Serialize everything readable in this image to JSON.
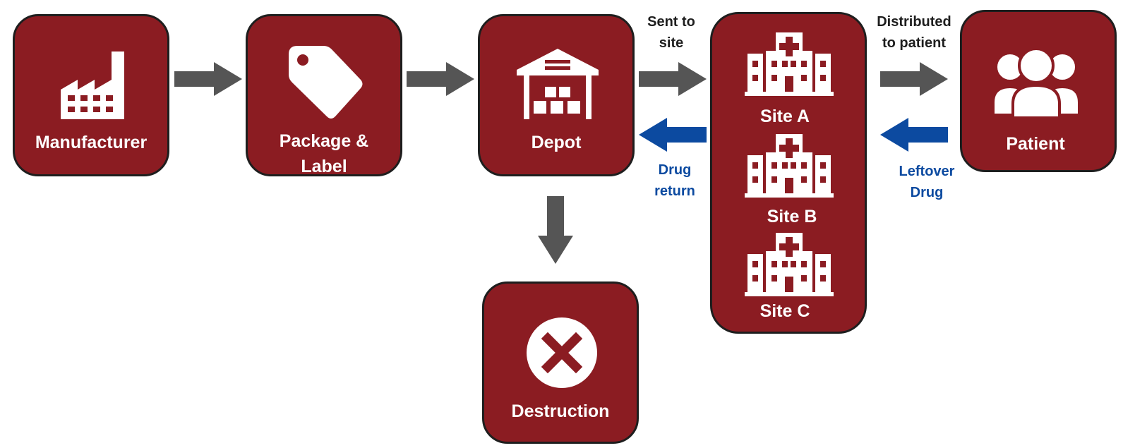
{
  "nodes": {
    "manufacturer": "Manufacturer",
    "package_label_line1": "Package &",
    "package_label_line2": "Label",
    "depot": "Depot",
    "site_a": "Site A",
    "site_b": "Site B",
    "site_c": "Site C",
    "patient": "Patient",
    "destruction": "Destruction"
  },
  "edges": {
    "sent_to_site_line1": "Sent to",
    "sent_to_site_line2": "site",
    "distributed_line1": "Distributed",
    "distributed_line2": "to patient",
    "drug_return_line1": "Drug",
    "drug_return_line2": "return",
    "leftover_line1": "Leftover",
    "leftover_line2": "Drug"
  },
  "colors": {
    "box_fill": "#8b1c22",
    "box_border": "#1e1e1e",
    "forward_arrow": "#555555",
    "return_arrow": "#0c4aa0"
  },
  "icons": [
    "factory-icon",
    "tag-icon",
    "warehouse-icon",
    "hospital-icon",
    "people-icon",
    "x-circle-icon"
  ]
}
